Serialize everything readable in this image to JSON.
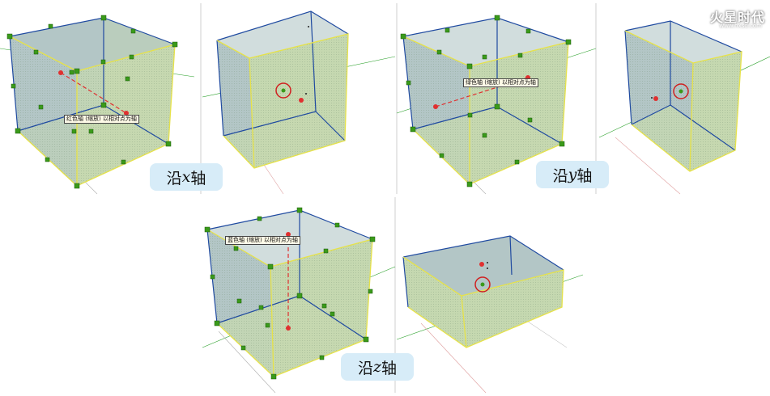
{
  "watermark": {
    "title": "火星时代",
    "url": "www.hxsd.com"
  },
  "labels": {
    "x_prefix": "沿",
    "x_var": "x",
    "x_suffix": "轴",
    "y_prefix": "沿",
    "y_var": "y",
    "y_suffix": "轴",
    "z_prefix": "沿",
    "z_var": "z",
    "z_suffix": "轴"
  },
  "tooltips": {
    "red": "红色轴 (缩放) 以相对点为轴",
    "green": "绿色轴 (缩放) 以相对点为轴",
    "blue": "蓝色轴 (缩放) 以相对点为轴"
  },
  "colors": {
    "box_face": "#c5d8b0",
    "box_side": "#b3c6c6",
    "edge_blue": "#1f4aa0",
    "edge_yellow": "#e6e24a",
    "grip": "#3a9a1a",
    "red_axis": "#e03030",
    "green_axis": "#2aa02a",
    "pill": "#d7ecf8"
  }
}
